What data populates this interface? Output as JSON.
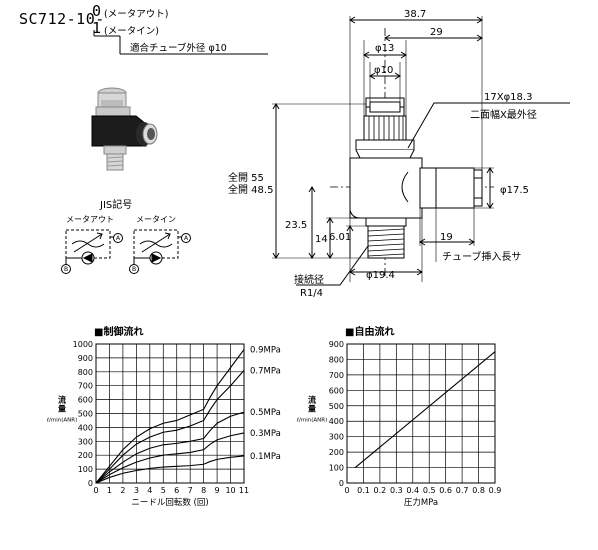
{
  "header": {
    "model_prefix": "SC712-10-",
    "opt0_code": "0",
    "opt0_label": "(メータアウト)",
    "opt1_code": "1",
    "opt1_label": "(メータイン)",
    "tube_od_label": "適合チューブ外径 φ10"
  },
  "jis": {
    "title": "JIS記号",
    "meter_out": "メータアウト",
    "meter_in": "メータイン",
    "port_a": "A",
    "port_b": "B"
  },
  "dimensions": {
    "d38_7": "38.7",
    "d29": "29",
    "d_phi13": "φ13",
    "d_phi10": "φ10",
    "hex": "17Xφ18.3",
    "hex_note": "二面幅X最外径",
    "full_open_55": "全開 55",
    "full_open_48_5": "全開 48.5",
    "d_phi17_5": "φ17.5",
    "d23_5": "23.5",
    "d14": "14",
    "d6_01": "6.01",
    "d19": "19",
    "insert_len": "チューブ挿入長サ",
    "d_phi19_4": "φ19.4",
    "port_label": "接続径",
    "port_size": "R1/4"
  },
  "chart_data": [
    {
      "type": "line",
      "title": "■制御流れ",
      "xlabel": "ニードル回転数 (回)",
      "ylabel": "流量",
      "yunit": "ℓ/min(ANR)",
      "xlim": [
        0,
        11
      ],
      "ylim": [
        0,
        1000
      ],
      "xticks": [
        "0",
        "1",
        "2",
        "3",
        "4",
        "5",
        "6",
        "7",
        "8",
        "9",
        "10",
        "11"
      ],
      "yticks": [
        "0",
        "100",
        "200",
        "300",
        "400",
        "500",
        "600",
        "700",
        "800",
        "900",
        "1000"
      ],
      "grid": true,
      "series": [
        {
          "name": "0.9MPa",
          "x": [
            0,
            1,
            2,
            3,
            4,
            5,
            6,
            7,
            8,
            8.5,
            9,
            10,
            11
          ],
          "y": [
            0,
            120,
            240,
            330,
            390,
            430,
            450,
            490,
            530,
            620,
            700,
            830,
            960
          ]
        },
        {
          "name": "0.7MPa",
          "x": [
            0,
            1,
            2,
            3,
            4,
            5,
            6,
            7,
            8,
            8.5,
            9,
            10,
            11
          ],
          "y": [
            0,
            100,
            200,
            280,
            330,
            365,
            380,
            410,
            450,
            530,
            600,
            700,
            810
          ]
        },
        {
          "name": "0.5MPa",
          "x": [
            0,
            1,
            2,
            3,
            4,
            5,
            6,
            7,
            8,
            8.5,
            9,
            10,
            11
          ],
          "y": [
            0,
            80,
            150,
            210,
            250,
            275,
            285,
            300,
            320,
            380,
            430,
            480,
            510
          ]
        },
        {
          "name": "0.3MPa",
          "x": [
            0,
            1,
            2,
            3,
            4,
            5,
            6,
            7,
            8,
            8.5,
            9,
            10,
            11
          ],
          "y": [
            0,
            60,
            110,
            150,
            180,
            200,
            210,
            220,
            240,
            280,
            310,
            340,
            360
          ]
        },
        {
          "name": "0.1MPa",
          "x": [
            0,
            1,
            2,
            3,
            4,
            5,
            6,
            7,
            8,
            8.5,
            9,
            10,
            11
          ],
          "y": [
            0,
            40,
            70,
            90,
            105,
            115,
            120,
            125,
            135,
            155,
            170,
            185,
            195
          ]
        }
      ]
    },
    {
      "type": "line",
      "title": "■自由流れ",
      "xlabel": "圧力MPa",
      "ylabel": "流量",
      "yunit": "ℓ/min(ANR)",
      "xlim": [
        0,
        0.9
      ],
      "ylim": [
        0,
        900
      ],
      "xticks": [
        "0",
        "0.1",
        "0.2",
        "0.3",
        "0.4",
        "0.5",
        "0.6",
        "0.7",
        "0.8",
        "0.9"
      ],
      "yticks": [
        "0",
        "100",
        "200",
        "300",
        "400",
        "500",
        "600",
        "700",
        "800",
        "900"
      ],
      "grid": true,
      "series": [
        {
          "x": [
            0.05,
            0.9
          ],
          "y": [
            100,
            850
          ]
        }
      ]
    }
  ]
}
